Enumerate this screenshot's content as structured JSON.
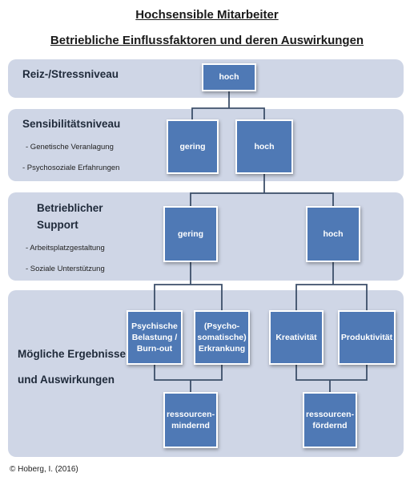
{
  "title": "Hochsensible Mitarbeiter",
  "subtitle": "Betriebliche Einflussfaktoren und deren Auswirkungen",
  "levels": {
    "reiz": {
      "label": "Reiz-/Stressniveau"
    },
    "sens": {
      "label": "Sensibilitätsniveau",
      "items": [
        "- Genetische Veranlagung",
        "- Psychosoziale Erfahrungen"
      ]
    },
    "support": {
      "label_line1": "Betrieblicher",
      "label_line2": "Support",
      "items": [
        "- Arbeitsplatzgestaltung",
        "- Soziale Unterstützung"
      ]
    },
    "ergebnis": {
      "label_line1": "Mögliche Ergebnisse",
      "label_line2": "und Auswirkungen"
    }
  },
  "nodes": {
    "reiz_hoch": "hoch",
    "sens_gering": "gering",
    "sens_hoch": "hoch",
    "support_gering": "gering",
    "support_hoch": "hoch",
    "psychische_belastung": "Psychische\nBelastung /\nBurn-out",
    "psychosomatische_erkrankung": "(Psycho-\nsomatische)\nErkrankung",
    "kreativitaet": "Kreativität",
    "produktivitaet": "Produktivität",
    "ressourcen_mindernd": "ressourcen-\nmindernd",
    "ressourcen_foerdernd": "ressourcen-\nfördernd"
  },
  "colors": {
    "band": "#cfd6e6",
    "node": "#4f79b5",
    "connector": "#3c4f69"
  },
  "copyright": "© Hoberg, I. (2016)"
}
